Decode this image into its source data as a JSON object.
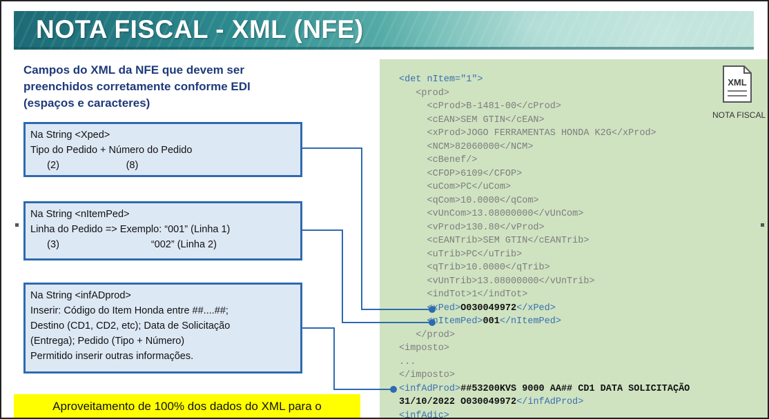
{
  "title": "NOTA FISCAL - XML (NFE)",
  "heading": "Campos do XML da NFE que devem ser preenchidos corretamente conforme EDI (espaços e caracteres)",
  "boxes": {
    "xped": {
      "line1": "Na String <Xped>",
      "line2": "Tipo do Pedido + Número do Pedido",
      "line3": "      (2)                        (8)"
    },
    "nitemped": {
      "line1": "Na String <nItemPed>",
      "line2": "Linha do Pedido => Exemplo: “001” (Linha 1)",
      "line3": "      (3)                                 “002” (Linha 2)"
    },
    "infadprod": {
      "line1": "Na String <infADprod>",
      "line2": "Inserir: Código do Item Honda entre ##....##;",
      "line3": "Destino (CD1, CD2, etc); Data de Solicitação",
      "line4": "(Entrega); Pedido (Tipo + Número)",
      "line5": "Permitido inserir outras informações."
    }
  },
  "highlight": "Aproveitamento de 100% dos dados do XML para o",
  "xml_icon_label": "XML",
  "xml_caption": "NOTA FISCAL",
  "code": {
    "det": "<det nItem=\"1\">",
    "prod_open": "   <prod>",
    "cprod": "     <cProd>B-1481-00</cProd>",
    "cean": "     <cEAN>SEM GTIN</cEAN>",
    "xprod": "     <xProd>JOGO FERRAMENTAS HONDA K2G</xProd>",
    "ncm": "     <NCM>82060000</NCM>",
    "cbenef": "     <cBenef/>",
    "cfop": "     <CFOP>6109</CFOP>",
    "ucom": "     <uCom>PC</uCom>",
    "qcom": "     <qCom>10.0000</qCom>",
    "vuncom": "     <vUnCom>13.08000000</vUnCom>",
    "vprod": "     <vProd>130.80</vProd>",
    "ceantrib": "     <cEANTrib>SEM GTIN</cEANTrib>",
    "utrib": "     <uTrib>PC</uTrib>",
    "qtrib": "     <qTrib>10.0000</qTrib>",
    "vuntrib": "     <vUnTrib>13.08000000</vUnTrib>",
    "indtot": "     <indTot>1</indTot>",
    "xped_indent": "     ",
    "xped_open": "<xPed>",
    "xped_value": "O030049972",
    "xped_close": "</xPed>",
    "nitemped_indent": "     ",
    "nitemped_open": "<nItemPed>",
    "nitemped_value": "001",
    "nitemped_close": "</nItemPed>",
    "prod_close": "   </prod>",
    "imposto_open": "<imposto>",
    "ellipsis": "...",
    "imposto_close": "</imposto>",
    "infadprod_open": "<infAdProd>",
    "infadprod_value1": "##53200KVS 9000 AA## CD1 DATA SOLICITAÇÃO",
    "infadprod_value2": "31/10/2022 O030049972",
    "infadprod_close": "</infAdProd>",
    "cut_line": "<infAdic>"
  },
  "colors": {
    "accent": "#2e6ab0",
    "panel": "#cfe3c1",
    "highlight": "#ffff00"
  }
}
